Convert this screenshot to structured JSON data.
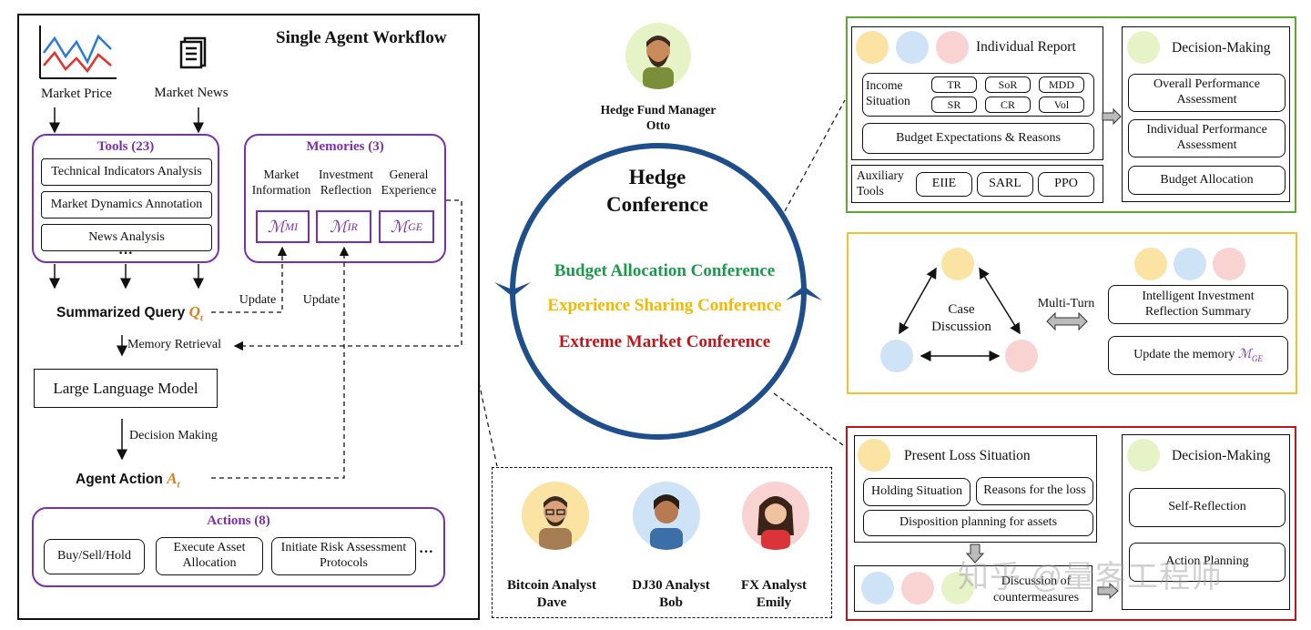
{
  "left_panel": {
    "title": "Single Agent Workflow",
    "market_price": "Market Price",
    "market_news": "Market News",
    "tools": {
      "title": "Tools (23)",
      "items": [
        "Technical Indicators Analysis",
        "Market Dynamics Annotation",
        "News Analysis"
      ],
      "more": "···"
    },
    "memories": {
      "title": "Memories (3)",
      "cols": [
        "Market\nInformation",
        "Investment\nReflection",
        "General\nExperience"
      ],
      "symbols": [
        {
          "main": "ℳ",
          "sub": "MI"
        },
        {
          "main": "ℳ",
          "sub": "IR"
        },
        {
          "main": "ℳ",
          "sub": "GE"
        }
      ]
    },
    "update_1": "Update",
    "update_2": "Update",
    "summarized_query": "Summarized Query",
    "query_symbol": {
      "main": "Q",
      "sub": "t"
    },
    "memory_retrieval": "Memory Retrieval",
    "llm": "Large Language Model",
    "decision_making": "Decision Making",
    "agent_action": "Agent Action",
    "action_symbol": {
      "main": "A",
      "sub": "t"
    },
    "actions": {
      "title": "Actions (8)",
      "items": [
        "Buy/Sell/Hold",
        "Execute Asset\nAllocation",
        "Initiate Risk Assessment\nProtocols"
      ],
      "more": "···"
    }
  },
  "center": {
    "manager_role": "Hedge Fund Manager",
    "manager_name": "Otto",
    "conference_title": "Hedge\nConference",
    "conferences": [
      {
        "label": "Budget Allocation Conference",
        "color": "#1a9a4a"
      },
      {
        "label": "Experience Sharing Conference",
        "color": "#f5b800"
      },
      {
        "label": "Extreme Market Conference",
        "color": "#c0161b"
      }
    ],
    "ring_color": "#1f4e8c"
  },
  "analysts": [
    {
      "role": "Bitcoin Analyst",
      "name": "Dave"
    },
    {
      "role": "DJ30 Analyst",
      "name": "Bob"
    },
    {
      "role": "FX Analyst",
      "name": "Emily"
    }
  ],
  "budget_panel": {
    "border_color": "#5aa832",
    "individual_report": "Individual Report",
    "income_situation": "Income\nSituation",
    "metrics": [
      "TR",
      "SoR",
      "MDD",
      "SR",
      "CR",
      "Vol"
    ],
    "budget_expectations": "Budget Expectations & Reasons",
    "auxiliary_tools": "Auxiliary\nTools",
    "tools": [
      "EIIE",
      "SARL",
      "PPO"
    ],
    "decision_title": "Decision-Making",
    "decisions": [
      "Overall Performance\nAssessment",
      "Individual Performance\nAssessment",
      "Budget Allocation"
    ]
  },
  "experience_panel": {
    "border_color": "#f2c12e",
    "case_discussion": "Case\nDiscussion",
    "multi_turn": "Multi-Turn",
    "summary": "Intelligent Investment\nReflection Summary",
    "update_memory": "Update the memory",
    "memory_symbol": {
      "main": "ℳ",
      "sub": "GE"
    }
  },
  "extreme_panel": {
    "border_color": "#c0161b",
    "present_loss": "Present Loss Situation",
    "holding": "Holding Situation",
    "reasons": "Reasons for the loss",
    "disposition": "Disposition planning for assets",
    "discussion": "Discussion of\ncountermeasures",
    "decision_title": "Decision-Making",
    "decisions": [
      "Self-Reflection",
      "Action Planning"
    ]
  },
  "watermark": "知乎 @量客工程师"
}
